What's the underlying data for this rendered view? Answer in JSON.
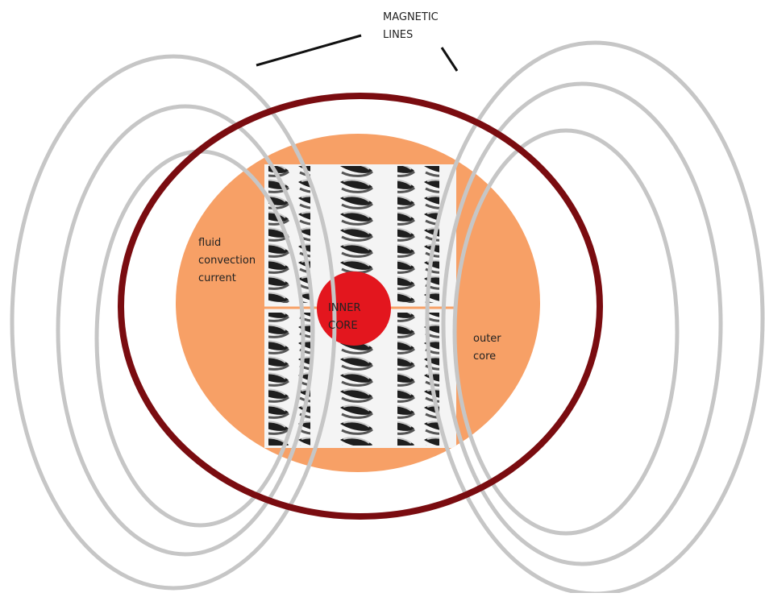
{
  "labels": {
    "magnetic_lines_1": "MAGNETIC",
    "magnetic_lines_2": "LINES",
    "fluid_1": "fluid",
    "fluid_2": "convection",
    "fluid_3": "current",
    "inner_core_1": "INNER",
    "inner_core_2": "CORE",
    "outer_core_1": "outer",
    "outer_core_2": "core"
  },
  "colors": {
    "background": "#ffffff",
    "outer_core": "#f7a066",
    "inner_core": "#e3161e",
    "mantle_ring": "#7a0c10",
    "field_lines": "#c6c6c6",
    "coil_panel": "#f2f2f2",
    "coil_metal": "#2b2b2b",
    "leader_lines": "#111111"
  },
  "icons": [
    "spring-coil-icon"
  ]
}
